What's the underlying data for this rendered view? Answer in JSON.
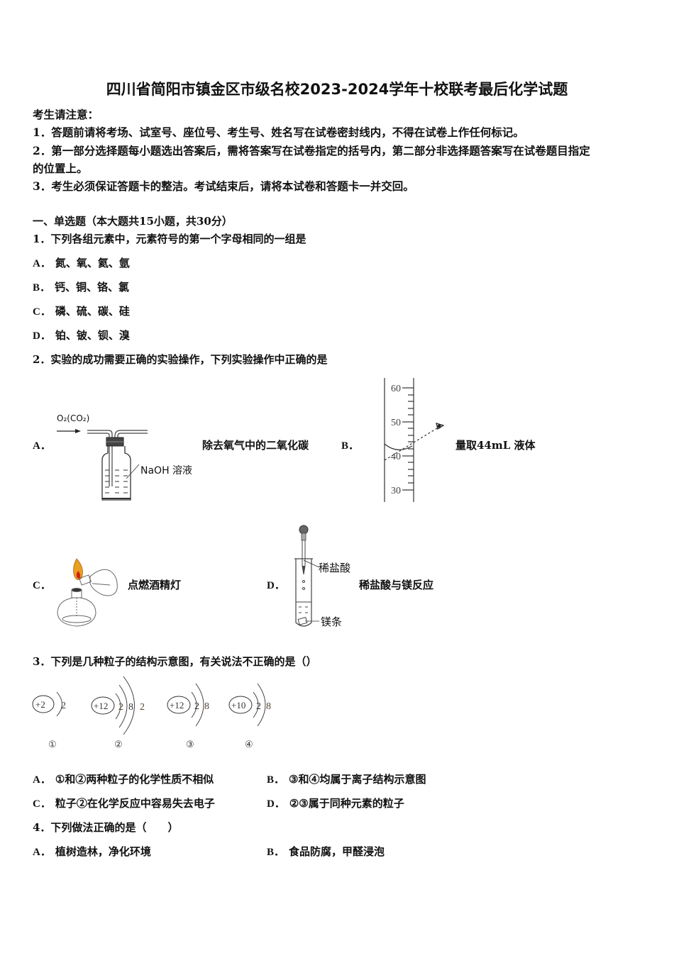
{
  "title": "四川省简阳市镇金区市级名校2023-2024学年十校联考最后化学试题",
  "notice": {
    "heading": "考生请注意：",
    "items": [
      "1．答题前请将考场、试室号、座位号、考生号、姓名写在试卷密封线内，不得在试卷上作任何标记。",
      "2．第一部分选择题每小题选出答案后，需将答案写在试卷指定的括号内，第二部分非选择题答案写在试卷题目指定",
      "的位置上。",
      "3．考生必须保证答题卡的整洁。考试结束后，请将本试卷和答题卡一并交回。"
    ]
  },
  "section": {
    "heading": "一、单选题（本大题共15小题，共30分）"
  },
  "questions": [
    {
      "stem": "1．下列各组元素中，元素符号的第一个字母相同的一组是",
      "options": [
        {
          "label": "A．",
          "text": "氮、氧、氦、氩"
        },
        {
          "label": "B．",
          "text": "钙、铜、铬、氯"
        },
        {
          "label": "C．",
          "text": "磷、硫、碳、硅"
        },
        {
          "label": "D．",
          "text": "铂、铍、钡、溴"
        }
      ]
    },
    {
      "stem": "2．实验的成功需要正确的实验操作，下列实验操作中正确的是",
      "options": [
        {
          "label": "A．",
          "text": "除去氧气中的二氧化碳",
          "figure": {
            "gas_label": "O₂(CO₂)",
            "solution_label": "NaOH 溶液"
          }
        },
        {
          "label": "B．",
          "text": "量取44mL 液体",
          "figure": {
            "ticks": [
              "60",
              "50",
              "40",
              "30"
            ]
          }
        },
        {
          "label": "C．",
          "text": "点燃酒精灯"
        },
        {
          "label": "D．",
          "text": "稀盐酸与镁反应",
          "figure": {
            "acid_label": "稀盐酸",
            "metal_label": "镁条"
          }
        }
      ]
    },
    {
      "stem": "3．下列是几种粒子的结构示意图，有关说法不正确的是（）",
      "particles": [
        {
          "nucleus": "+2",
          "shells": [
            "2"
          ],
          "label": "①"
        },
        {
          "nucleus": "+12",
          "shells": [
            "2",
            "8",
            "2"
          ],
          "label": "②"
        },
        {
          "nucleus": "+12",
          "shells": [
            "2",
            "8"
          ],
          "label": "③"
        },
        {
          "nucleus": "+10",
          "shells": [
            "2",
            "8"
          ],
          "label": "④"
        }
      ],
      "options": [
        {
          "label": "A．",
          "text": "①和②两种粒子的化学性质不相似"
        },
        {
          "label": "B．",
          "text": "③和④均属于离子结构示意图"
        },
        {
          "label": "C．",
          "text": "粒子②在化学反应中容易失去电子"
        },
        {
          "label": "D．",
          "text": "②③属于同种元素的粒子"
        }
      ]
    },
    {
      "stem": "4．下列做法正确的是（　　）",
      "options": [
        {
          "label": "A．",
          "text": "植树造林，净化环境"
        },
        {
          "label": "B．",
          "text": "食品防腐，甲醛浸泡"
        }
      ]
    }
  ]
}
